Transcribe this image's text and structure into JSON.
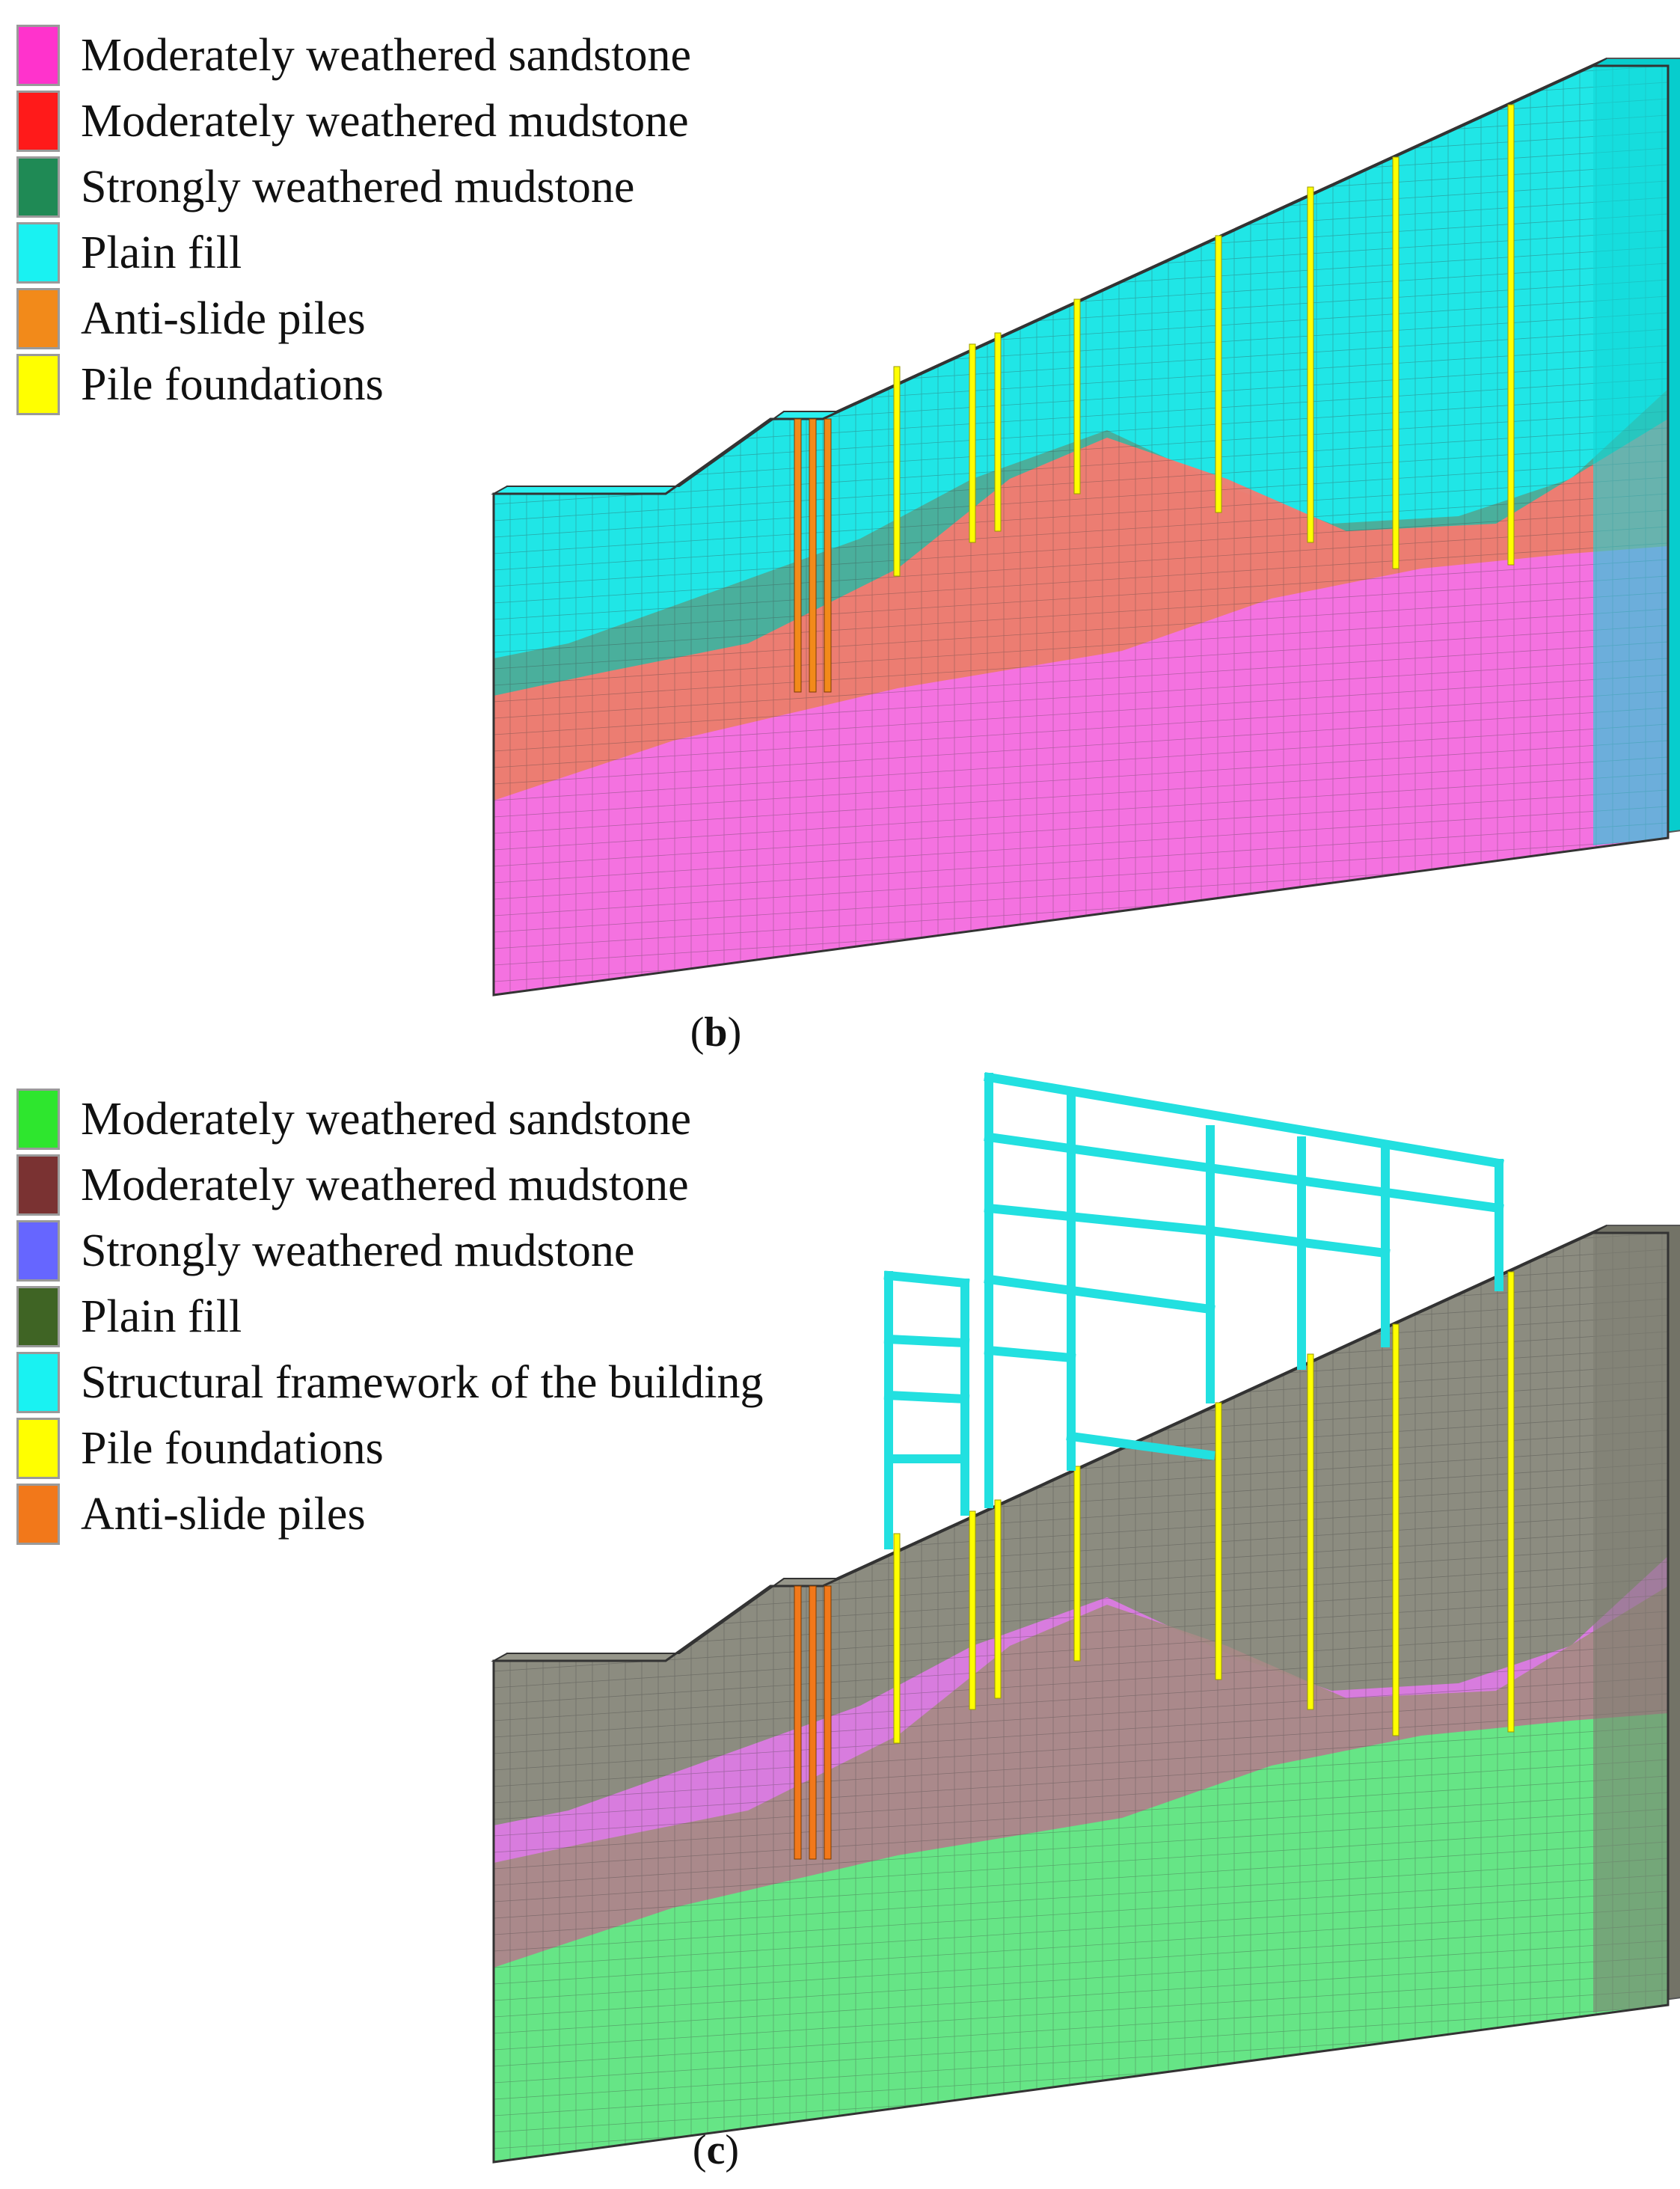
{
  "panel_b": {
    "caption_open": "(",
    "caption_letter": "b",
    "caption_close": ")",
    "legend": [
      {
        "label": "Moderately weathered sandstone",
        "color": "#ff33cc"
      },
      {
        "label": "Moderately weathered mudstone",
        "color": "#ff1a1a"
      },
      {
        "label": "Strongly weathered mudstone",
        "color": "#1f8a55"
      },
      {
        "label": "Plain fill",
        "color": "#19f2f2"
      },
      {
        "label": "Anti-slide piles",
        "color": "#f28a1a"
      },
      {
        "label": "Pile foundations",
        "color": "#ffff00"
      }
    ],
    "layer_colors": {
      "fill": "#20e6e6",
      "strong_mudstone": "#4fa894",
      "mod_mudstone": "#f47a70",
      "sandstone": "#f472e6",
      "mesh_line": "#3a3a3a"
    }
  },
  "panel_c": {
    "caption_open": "(",
    "caption_letter": "c",
    "caption_close": ")",
    "legend": [
      {
        "label": "Moderately weathered sandstone",
        "color": "#2ee62e"
      },
      {
        "label": "Moderately weathered mudstone",
        "color": "#7a3232"
      },
      {
        "label": "Strongly weathered mudstone",
        "color": "#6666ff"
      },
      {
        "label": "Plain fill",
        "color": "#3f6424"
      },
      {
        "label": "Structural framework  of the building",
        "color": "#19f2f2"
      },
      {
        "label": "Pile foundations",
        "color": "#ffff00"
      },
      {
        "label": "Anti-slide piles",
        "color": "#f2781a"
      }
    ],
    "layer_colors": {
      "fill": "#8c8c80",
      "strong_mudstone": "#e07ae8",
      "mod_mudstone": "#a88a86",
      "sandstone": "#62ea86",
      "frame": "#22e0e0",
      "mesh_line": "#3a3a3a"
    }
  }
}
